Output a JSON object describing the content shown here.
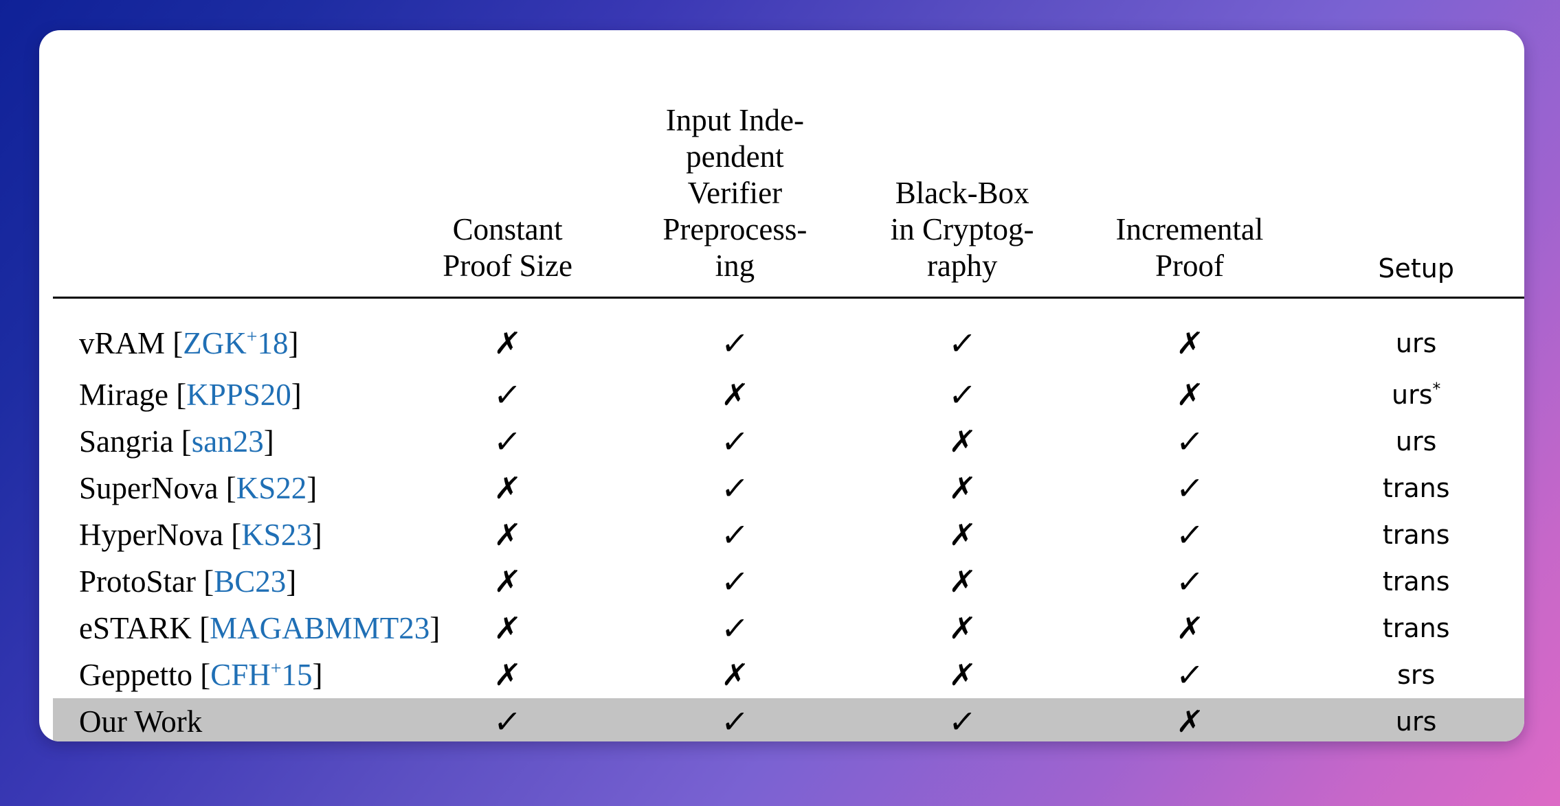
{
  "figure": {
    "kind": "comparison-table",
    "highlight_row_label": "Our Work",
    "colors": {
      "card_background": "#ffffff",
      "highlight_row": "#c3c3c3",
      "citation_link": "#1f6fb5",
      "text": "#000000",
      "gradient_top_left": "#0f2197",
      "gradient_top_right": "#5b4fc2",
      "gradient_bottom_left": "#8167d4",
      "gradient_bottom_right": "#d968c8"
    }
  },
  "table": {
    "columns": [
      {
        "id": "scheme",
        "label": ""
      },
      {
        "id": "constant_proof",
        "label": "Constant Proof Size"
      },
      {
        "id": "input_independent",
        "label": "Input Independent Verifier Preprocessing"
      },
      {
        "id": "black_box",
        "label": "Black-Box in Cryptography"
      },
      {
        "id": "incremental",
        "label": "Incremental Proof"
      },
      {
        "id": "setup",
        "label": "Setup"
      }
    ],
    "header_lines": {
      "scheme": [],
      "constant_proof": [
        "Constant",
        "Proof Size"
      ],
      "input_independent": [
        "Input Inde-",
        "pendent",
        "Verifier",
        "Preprocess-",
        "ing"
      ],
      "black_box": [
        "Black-Box",
        "in Cryptog-",
        "raphy"
      ],
      "incremental": [
        "Incremental",
        "Proof"
      ],
      "setup": [
        "Setup"
      ]
    },
    "marks": {
      "yes": "✓",
      "no": "✗"
    },
    "rows": [
      {
        "name": "vRAM",
        "cite": "ZGK",
        "cite_sup": "+",
        "cite_tail": "18",
        "constant_proof": "no",
        "input_independent": "yes",
        "black_box": "yes",
        "incremental": "no",
        "setup": "urs",
        "setup_sup": "",
        "highlight": false
      },
      {
        "name": "Mirage",
        "cite": "KPPS20",
        "cite_sup": "",
        "cite_tail": "",
        "constant_proof": "yes",
        "input_independent": "no",
        "black_box": "yes",
        "incremental": "no",
        "setup": "urs",
        "setup_sup": "*",
        "highlight": false
      },
      {
        "name": "Sangria",
        "cite": "san23",
        "cite_sup": "",
        "cite_tail": "",
        "constant_proof": "yes",
        "input_independent": "yes",
        "black_box": "no",
        "incremental": "yes",
        "setup": "urs",
        "setup_sup": "",
        "highlight": false
      },
      {
        "name": "SuperNova",
        "cite": "KS22",
        "cite_sup": "",
        "cite_tail": "",
        "constant_proof": "no",
        "input_independent": "yes",
        "black_box": "no",
        "incremental": "yes",
        "setup": "trans",
        "setup_sup": "",
        "highlight": false
      },
      {
        "name": "HyperNova",
        "cite": "KS23",
        "cite_sup": "",
        "cite_tail": "",
        "constant_proof": "no",
        "input_independent": "yes",
        "black_box": "no",
        "incremental": "yes",
        "setup": "trans",
        "setup_sup": "",
        "highlight": false
      },
      {
        "name": "ProtoStar",
        "cite": "BC23",
        "cite_sup": "",
        "cite_tail": "",
        "constant_proof": "no",
        "input_independent": "yes",
        "black_box": "no",
        "incremental": "yes",
        "setup": "trans",
        "setup_sup": "",
        "highlight": false
      },
      {
        "name": "eSTARK",
        "cite": "MAGABMMT23",
        "cite_sup": "",
        "cite_tail": "",
        "constant_proof": "no",
        "input_independent": "yes",
        "black_box": "no",
        "incremental": "no",
        "setup": "trans",
        "setup_sup": "",
        "highlight": false
      },
      {
        "name": "Geppetto",
        "cite": "CFH",
        "cite_sup": "+",
        "cite_tail": "15",
        "constant_proof": "no",
        "input_independent": "no",
        "black_box": "no",
        "incremental": "yes",
        "setup": "srs",
        "setup_sup": "",
        "highlight": false
      },
      {
        "name": "Our Work",
        "cite": "",
        "cite_sup": "",
        "cite_tail": "",
        "constant_proof": "yes",
        "input_independent": "yes",
        "black_box": "yes",
        "incremental": "no",
        "setup": "urs",
        "setup_sup": "",
        "highlight": true
      }
    ]
  }
}
